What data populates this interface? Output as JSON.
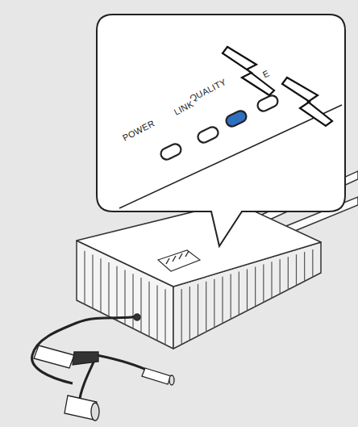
{
  "diagram": {
    "labels": [
      "E",
      "QUALITY",
      "LINK",
      "POWER"
    ]
  }
}
